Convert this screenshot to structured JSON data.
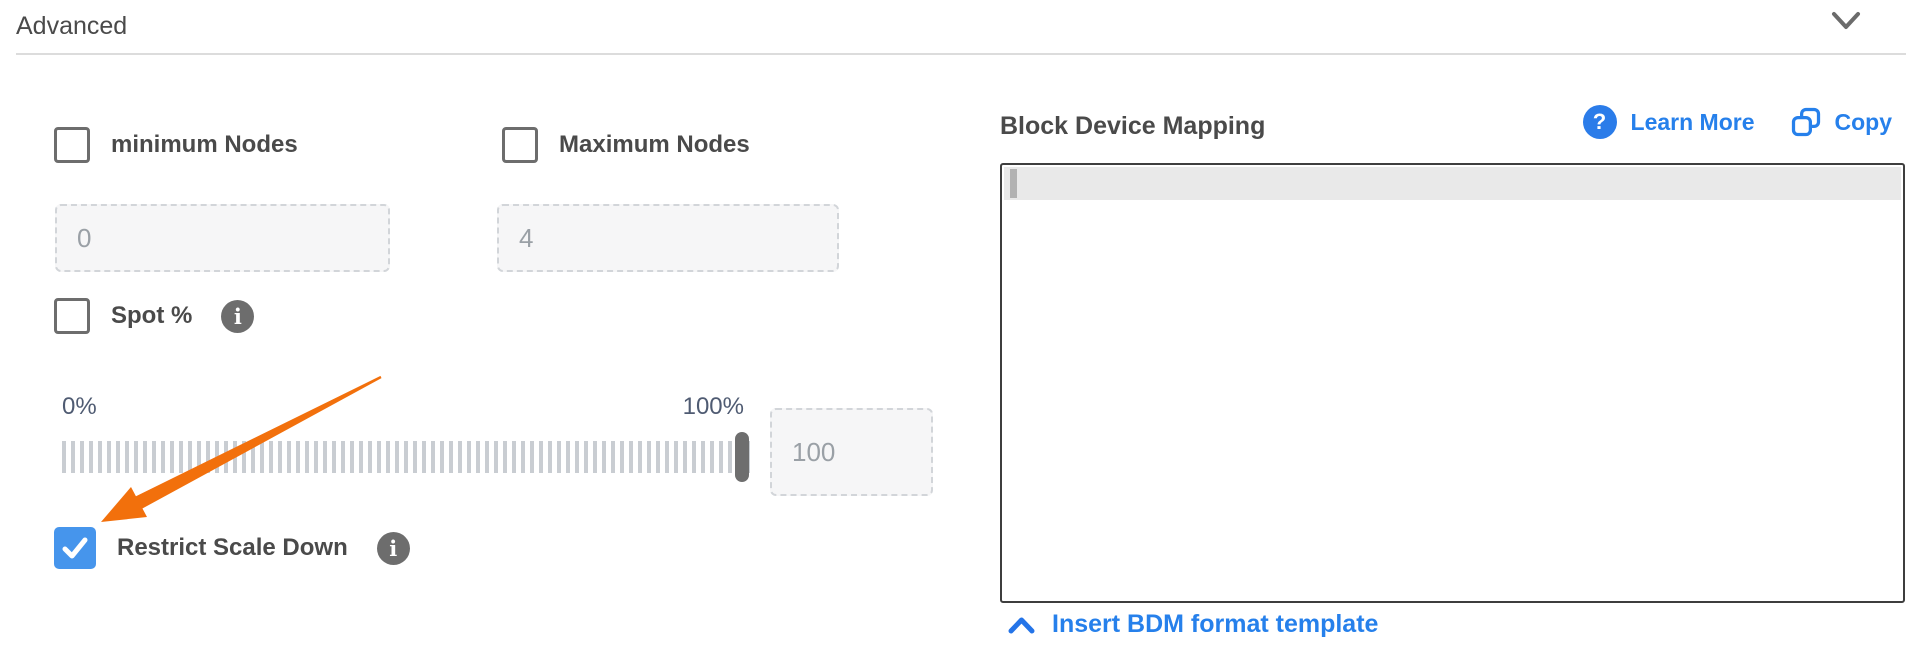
{
  "header": {
    "title": "Advanced"
  },
  "form": {
    "min_nodes": {
      "label": "minimum Nodes",
      "checked": false,
      "value": "0"
    },
    "max_nodes": {
      "label": "Maximum Nodes",
      "checked": false,
      "value": "4"
    },
    "spot": {
      "label": "Spot %",
      "checked": false
    },
    "slider": {
      "min_label": "0%",
      "max_label": "100%",
      "value": "100",
      "position_pct": 100
    },
    "restrict": {
      "label": "Restrict Scale Down",
      "checked": true
    }
  },
  "bdm": {
    "title": "Block Device Mapping",
    "learn_more_label": "Learn More",
    "copy_label": "Copy",
    "editor_content": "",
    "insert_template_label": "Insert BDM format template"
  },
  "icons": {
    "header_collapse": "chevron-down",
    "spot_info": "info-circle",
    "restrict_info": "info-circle",
    "learn_more": "question-circle",
    "copy": "copy",
    "insert_template": "chevron-up",
    "annotation": "orange-arrow"
  },
  "colors": {
    "accent_blue": "#2680eb",
    "checkbox_blue": "#4695ec",
    "arrow_orange": "#f2700c",
    "info_gray": "#6d6d6d",
    "slider_label": "#4f5b72",
    "label_gray": "#4a4a4a"
  }
}
